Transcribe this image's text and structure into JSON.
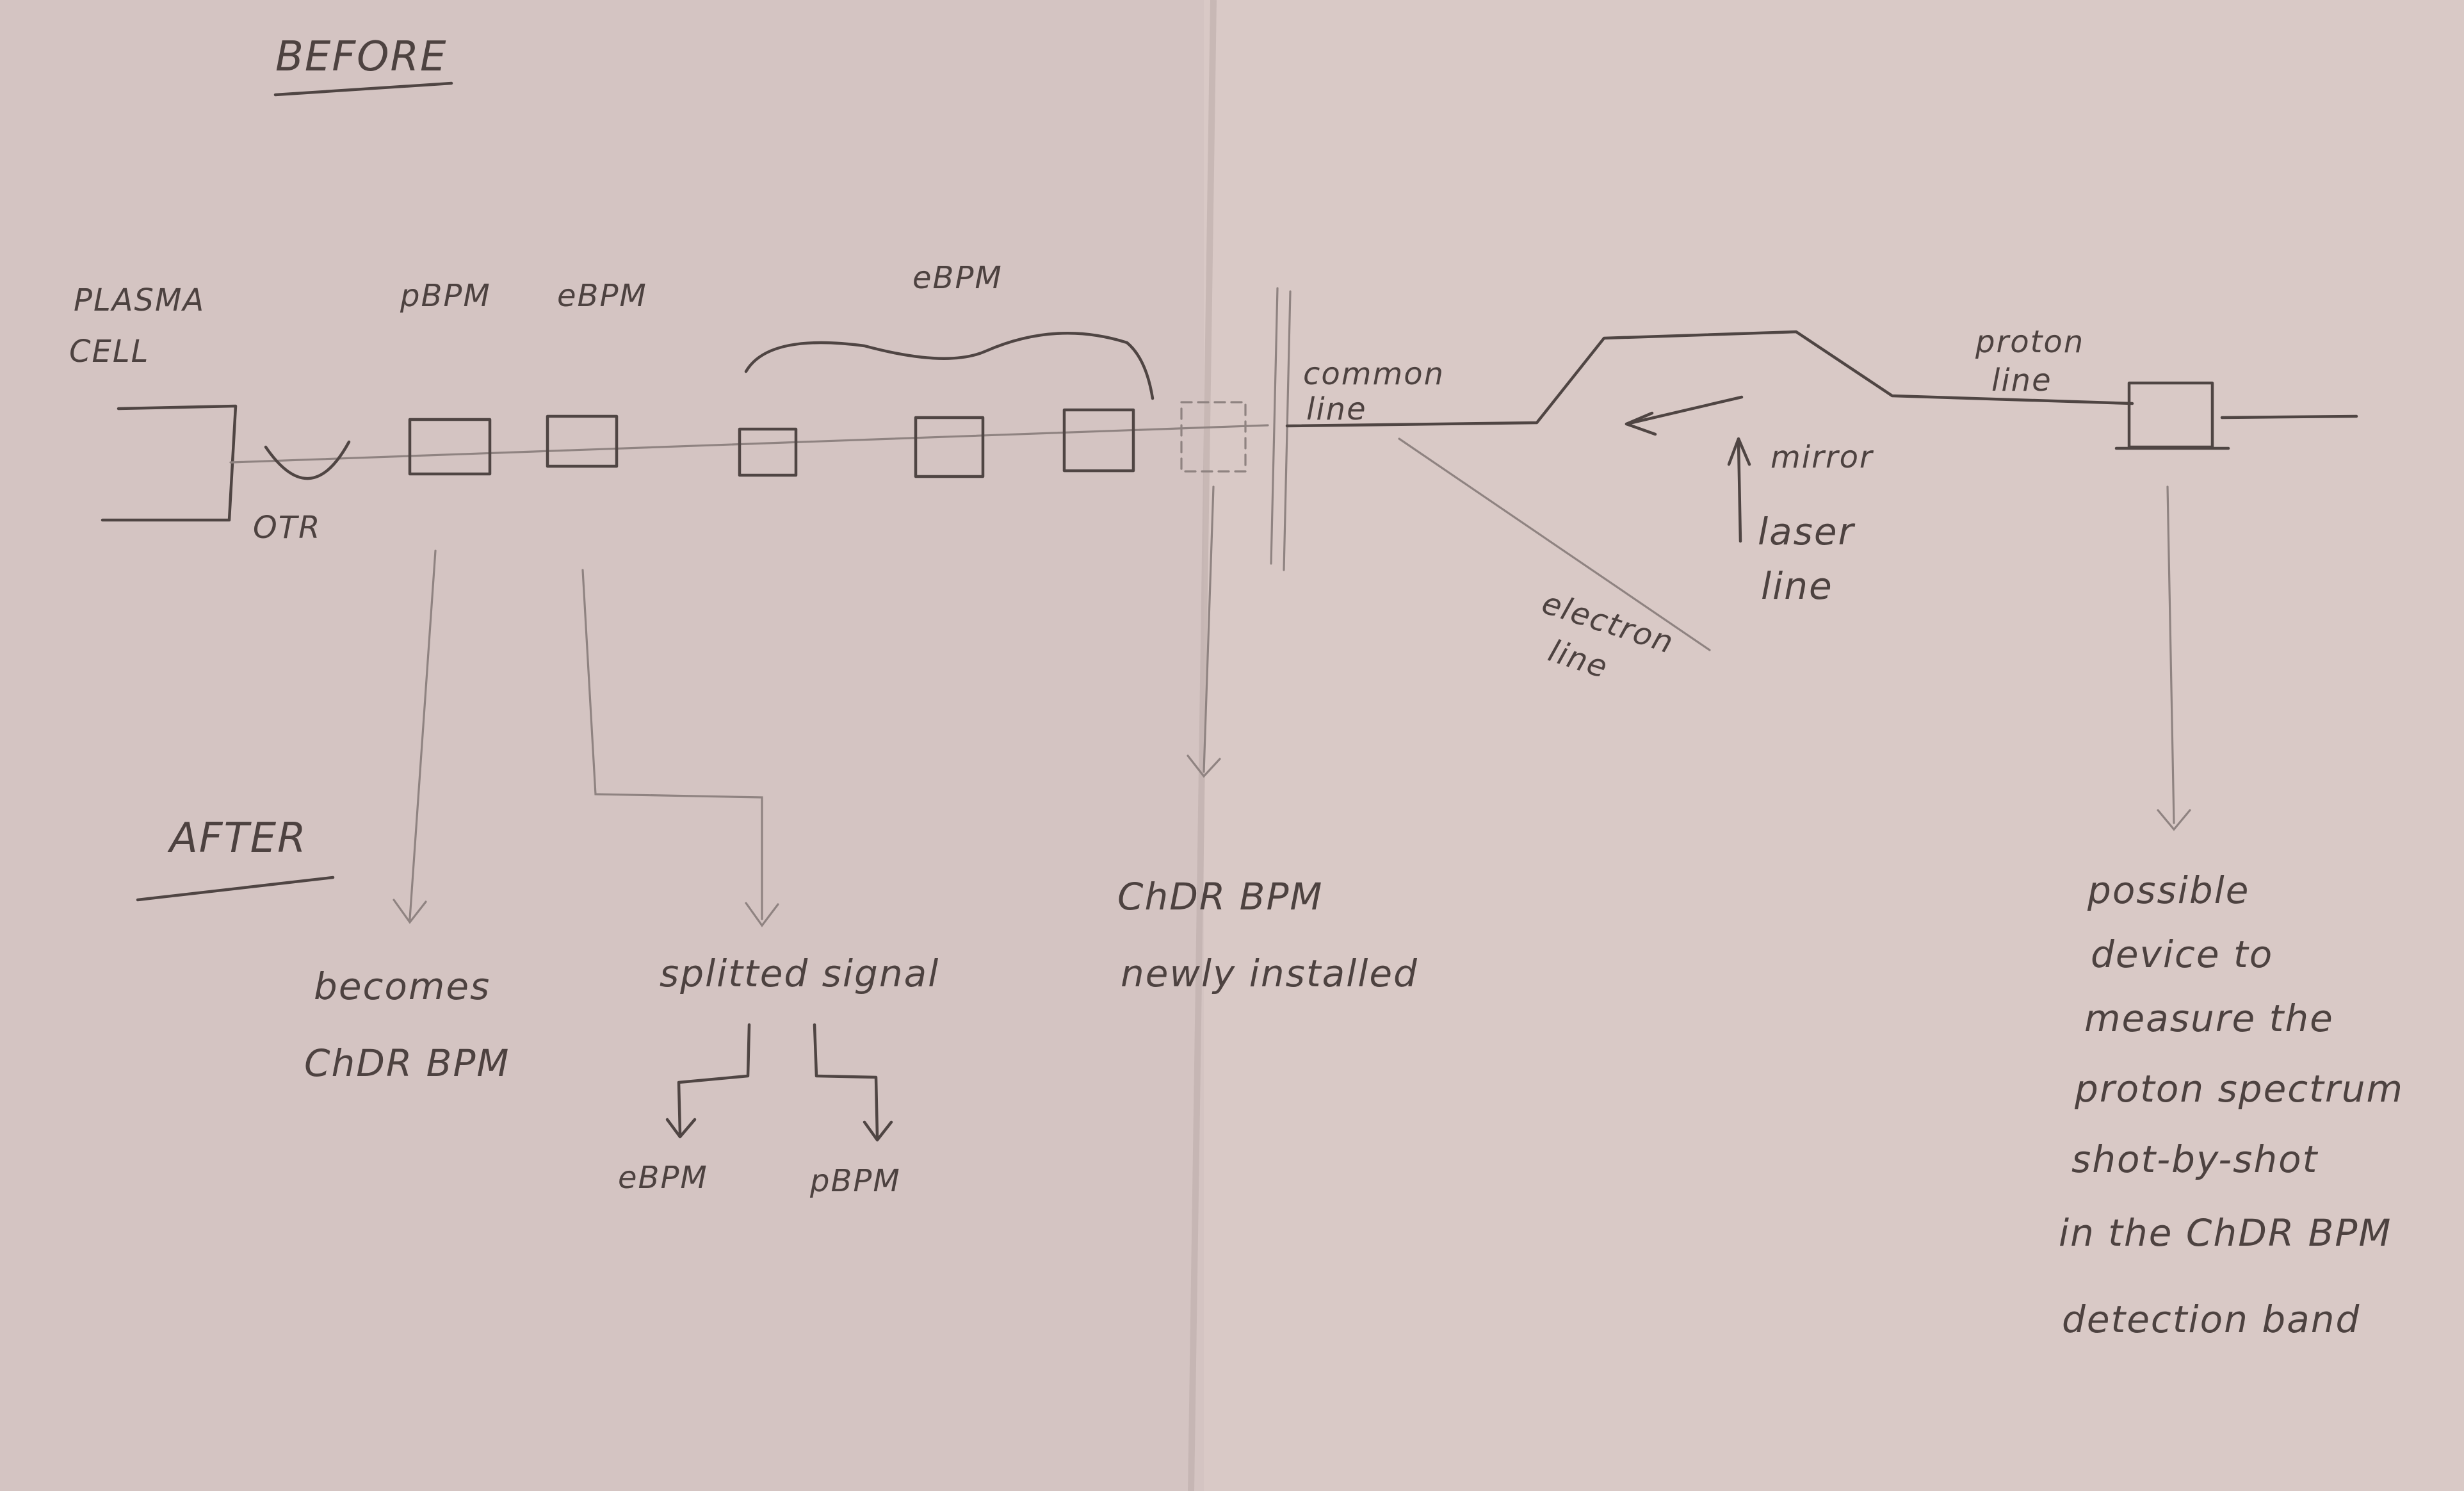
{
  "headings": {
    "before": "BEFORE",
    "after": "AFTER"
  },
  "beamline": {
    "plasma_cell": [
      "PLASMA",
      "CELL"
    ],
    "pbpm_top": "pBPM",
    "ebpm_top": "eBPM",
    "ebpm_group": "eBPM",
    "otr": "OTR",
    "common_line": [
      "common",
      "line"
    ],
    "mirror": "mirror",
    "laser_line": [
      "laser",
      "line"
    ],
    "electron_line": [
      "electron",
      "line"
    ],
    "proton_line": [
      "proton",
      "line"
    ]
  },
  "after_notes": {
    "becomes": [
      "becomes",
      "ChDR BPM"
    ],
    "splitted_signal": "splitted signal",
    "split_outputs": [
      "eBPM",
      "pBPM"
    ],
    "newly_installed": [
      "ChDR BPM",
      "newly installed"
    ],
    "possible_device": [
      "possible",
      "device to",
      "measure the",
      "proton spectrum",
      "shot-by-shot",
      "in the ChDR BPM",
      "detection band"
    ]
  },
  "colors": {
    "paper": "#d9c9c6",
    "ink": "#4f4543",
    "pencil": "#8f8381"
  }
}
